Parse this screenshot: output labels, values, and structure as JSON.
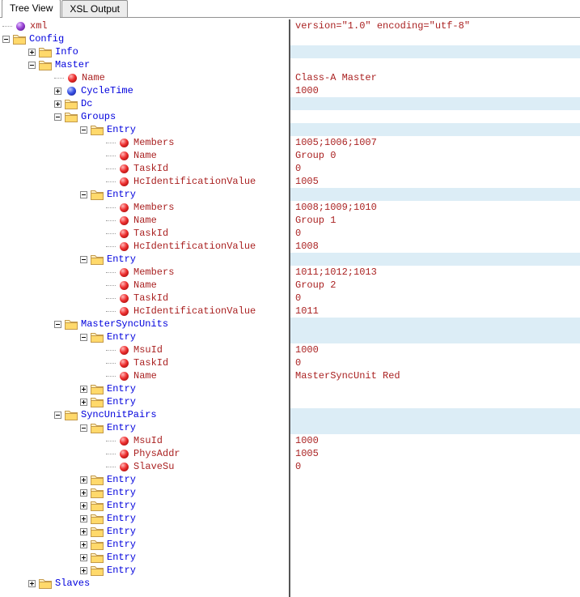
{
  "tabs": [
    {
      "label": "Tree View",
      "active": true
    },
    {
      "label": "XSL Output",
      "active": false
    }
  ],
  "colors": {
    "element_text": "#0000DD",
    "attribute_text": "#AA2222",
    "value_text": "#AA2222",
    "stripe": "#DCEDF6",
    "divider": "#555555"
  },
  "rows": [
    {
      "label": "xml",
      "kind": "decl",
      "icon": "purple",
      "expander": "none",
      "level": 0,
      "value": "version=\"1.0\" encoding=\"utf-8\"",
      "stripe": false
    },
    {
      "label": "Config",
      "kind": "element",
      "icon": "folder",
      "expander": "minus",
      "level": 0,
      "value": "",
      "stripe": false
    },
    {
      "label": "Info",
      "kind": "element",
      "icon": "folder",
      "expander": "plus",
      "level": 1,
      "value": "",
      "stripe": true
    },
    {
      "label": "Master",
      "kind": "element",
      "icon": "folder",
      "expander": "minus",
      "level": 1,
      "value": "",
      "stripe": false
    },
    {
      "label": "Name",
      "kind": "attr",
      "icon": "red",
      "expander": "none",
      "level": 2,
      "value": "Class-A Master",
      "stripe": false
    },
    {
      "label": "CycleTime",
      "kind": "element",
      "icon": "blue",
      "expander": "plus",
      "level": 2,
      "value": "1000",
      "stripe": false
    },
    {
      "label": "Dc",
      "kind": "element",
      "icon": "folder",
      "expander": "plus",
      "level": 2,
      "value": "",
      "stripe": true
    },
    {
      "label": "Groups",
      "kind": "element",
      "icon": "folder",
      "expander": "minus",
      "level": 2,
      "value": "",
      "stripe": false
    },
    {
      "label": "Entry",
      "kind": "element",
      "icon": "folder",
      "expander": "minus",
      "level": 3,
      "value": "",
      "stripe": true
    },
    {
      "label": "Members",
      "kind": "attr",
      "icon": "red",
      "expander": "none",
      "level": 4,
      "value": "1005;1006;1007",
      "stripe": false
    },
    {
      "label": "Name",
      "kind": "attr",
      "icon": "red",
      "expander": "none",
      "level": 4,
      "value": "Group 0",
      "stripe": false
    },
    {
      "label": "TaskId",
      "kind": "attr",
      "icon": "red",
      "expander": "none",
      "level": 4,
      "value": "0",
      "stripe": false
    },
    {
      "label": "HcIdentificationValue",
      "kind": "attr",
      "icon": "red",
      "expander": "none",
      "level": 4,
      "value": "1005",
      "stripe": false
    },
    {
      "label": "Entry",
      "kind": "element",
      "icon": "folder",
      "expander": "minus",
      "level": 3,
      "value": "",
      "stripe": true
    },
    {
      "label": "Members",
      "kind": "attr",
      "icon": "red",
      "expander": "none",
      "level": 4,
      "value": "1008;1009;1010",
      "stripe": false
    },
    {
      "label": "Name",
      "kind": "attr",
      "icon": "red",
      "expander": "none",
      "level": 4,
      "value": "Group 1",
      "stripe": false
    },
    {
      "label": "TaskId",
      "kind": "attr",
      "icon": "red",
      "expander": "none",
      "level": 4,
      "value": "0",
      "stripe": false
    },
    {
      "label": "HcIdentificationValue",
      "kind": "attr",
      "icon": "red",
      "expander": "none",
      "level": 4,
      "value": "1008",
      "stripe": false
    },
    {
      "label": "Entry",
      "kind": "element",
      "icon": "folder",
      "expander": "minus",
      "level": 3,
      "value": "",
      "stripe": true
    },
    {
      "label": "Members",
      "kind": "attr",
      "icon": "red",
      "expander": "none",
      "level": 4,
      "value": "1011;1012;1013",
      "stripe": false
    },
    {
      "label": "Name",
      "kind": "attr",
      "icon": "red",
      "expander": "none",
      "level": 4,
      "value": "Group 2",
      "stripe": false
    },
    {
      "label": "TaskId",
      "kind": "attr",
      "icon": "red",
      "expander": "none",
      "level": 4,
      "value": "0",
      "stripe": false
    },
    {
      "label": "HcIdentificationValue",
      "kind": "attr",
      "icon": "red",
      "expander": "none",
      "level": 4,
      "value": "1011",
      "stripe": false
    },
    {
      "label": "MasterSyncUnits",
      "kind": "element",
      "icon": "folder",
      "expander": "minus",
      "level": 2,
      "value": "",
      "stripe": true
    },
    {
      "label": "Entry",
      "kind": "element",
      "icon": "folder",
      "expander": "minus",
      "level": 3,
      "value": "",
      "stripe": true
    },
    {
      "label": "MsuId",
      "kind": "attr",
      "icon": "red",
      "expander": "none",
      "level": 4,
      "value": "1000",
      "stripe": false
    },
    {
      "label": "TaskId",
      "kind": "attr",
      "icon": "red",
      "expander": "none",
      "level": 4,
      "value": "0",
      "stripe": false
    },
    {
      "label": "Name",
      "kind": "attr",
      "icon": "red",
      "expander": "none",
      "level": 4,
      "value": "MasterSyncUnit Red",
      "stripe": false
    },
    {
      "label": "Entry",
      "kind": "element",
      "icon": "folder",
      "expander": "plus",
      "level": 3,
      "value": "",
      "stripe": false
    },
    {
      "label": "Entry",
      "kind": "element",
      "icon": "folder",
      "expander": "plus",
      "level": 3,
      "value": "",
      "stripe": false
    },
    {
      "label": "SyncUnitPairs",
      "kind": "element",
      "icon": "folder",
      "expander": "minus",
      "level": 2,
      "value": "",
      "stripe": true
    },
    {
      "label": "Entry",
      "kind": "element",
      "icon": "folder",
      "expander": "minus",
      "level": 3,
      "value": "",
      "stripe": true
    },
    {
      "label": "MsuId",
      "kind": "attr",
      "icon": "red",
      "expander": "none",
      "level": 4,
      "value": "1000",
      "stripe": false
    },
    {
      "label": "PhysAddr",
      "kind": "attr",
      "icon": "red",
      "expander": "none",
      "level": 4,
      "value": "1005",
      "stripe": false
    },
    {
      "label": "SlaveSu",
      "kind": "attr",
      "icon": "red",
      "expander": "none",
      "level": 4,
      "value": "0",
      "stripe": false
    },
    {
      "label": "Entry",
      "kind": "element",
      "icon": "folder",
      "expander": "plus",
      "level": 3,
      "value": "",
      "stripe": false
    },
    {
      "label": "Entry",
      "kind": "element",
      "icon": "folder",
      "expander": "plus",
      "level": 3,
      "value": "",
      "stripe": false
    },
    {
      "label": "Entry",
      "kind": "element",
      "icon": "folder",
      "expander": "plus",
      "level": 3,
      "value": "",
      "stripe": false
    },
    {
      "label": "Entry",
      "kind": "element",
      "icon": "folder",
      "expander": "plus",
      "level": 3,
      "value": "",
      "stripe": false
    },
    {
      "label": "Entry",
      "kind": "element",
      "icon": "folder",
      "expander": "plus",
      "level": 3,
      "value": "",
      "stripe": false
    },
    {
      "label": "Entry",
      "kind": "element",
      "icon": "folder",
      "expander": "plus",
      "level": 3,
      "value": "",
      "stripe": false
    },
    {
      "label": "Entry",
      "kind": "element",
      "icon": "folder",
      "expander": "plus",
      "level": 3,
      "value": "",
      "stripe": false
    },
    {
      "label": "Entry",
      "kind": "element",
      "icon": "folder",
      "expander": "plus",
      "level": 3,
      "value": "",
      "stripe": false
    },
    {
      "label": "Slaves",
      "kind": "element",
      "icon": "folder",
      "expander": "plus",
      "level": 1,
      "value": "",
      "stripe": false
    }
  ]
}
